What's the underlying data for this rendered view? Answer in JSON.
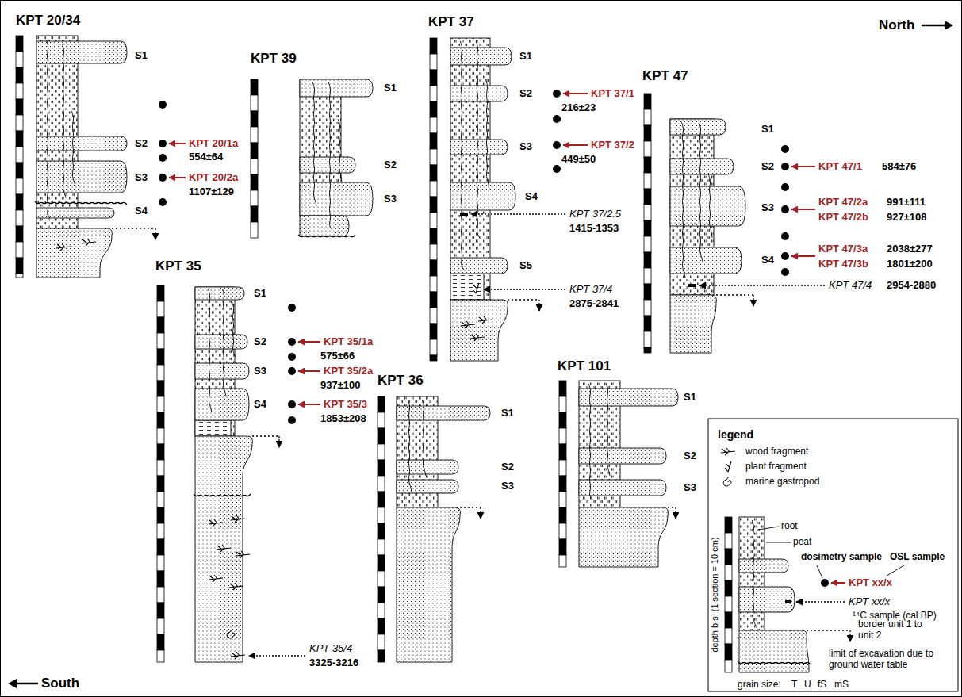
{
  "diagram": {
    "nodes": [
      {
        "text": [
          "KPT 20/34"
        ]
      },
      {
        "text": [
          "KPT 39"
        ]
      },
      {
        "text": [
          "KPT 35"
        ]
      },
      {
        "text": [
          "KPT 37"
        ]
      },
      {
        "text": [
          "KPT 47"
        ]
      },
      {
        "text": [
          "KPT 36"
        ]
      },
      {
        "text": [
          "KPT 101"
        ]
      }
    ],
    "labels": [
      "North",
      "South",
      "S1",
      "S2",
      "S3",
      "S4",
      "KPT 20/1a",
      "554±64",
      "KPT 20/2a",
      "1107±129",
      "S1",
      "S2",
      "S3",
      "S1",
      "S2",
      "S3",
      "S4",
      "KPT 35/1a",
      "575±66",
      "KPT 35/2a",
      "937±100",
      "KPT 35/3",
      "1853±208",
      "KPT 35/4",
      "3325-3216",
      "S1",
      "S2",
      "S3",
      "S4",
      "S5",
      "KPT 37/1",
      "216±23",
      "KPT 37/2",
      "449±50",
      "KPT 37/2.5",
      "1415-1353",
      "KPT 37/4",
      "2875-2841",
      "S1",
      "S2",
      "S3",
      "S4",
      "KPT 47/1",
      "584±76",
      "KPT 47/2a",
      "991±111",
      "KPT 47/2b",
      "927±108",
      "KPT 47/3a",
      "2038±277",
      "KPT 47/3b",
      "1801±200",
      "KPT 47/4",
      "2954-2880",
      "S1",
      "S2",
      "S3",
      "S1",
      "S2",
      "S3",
      "legend",
      "KPT xx/x",
      "KPT xx/x",
      "depth b.s. (1 section = 10 cm)",
      "grain size:",
      "T",
      "U",
      "fS",
      "mS"
    ],
    "legend": [
      {
        "text": "wood fragment"
      },
      {
        "text": "plant fragment"
      },
      {
        "text": "marine gastropod"
      },
      {
        "text": "root"
      },
      {
        "text": "peat"
      },
      {
        "text": "dosimetry sample"
      },
      {
        "text": "OSL sample"
      },
      {
        "text": "¹⁴C sample (cal BP)"
      },
      {
        "text": "border unit 1 to unit 2"
      },
      {
        "text": "limit of excavation due to ground water table"
      }
    ]
  }
}
